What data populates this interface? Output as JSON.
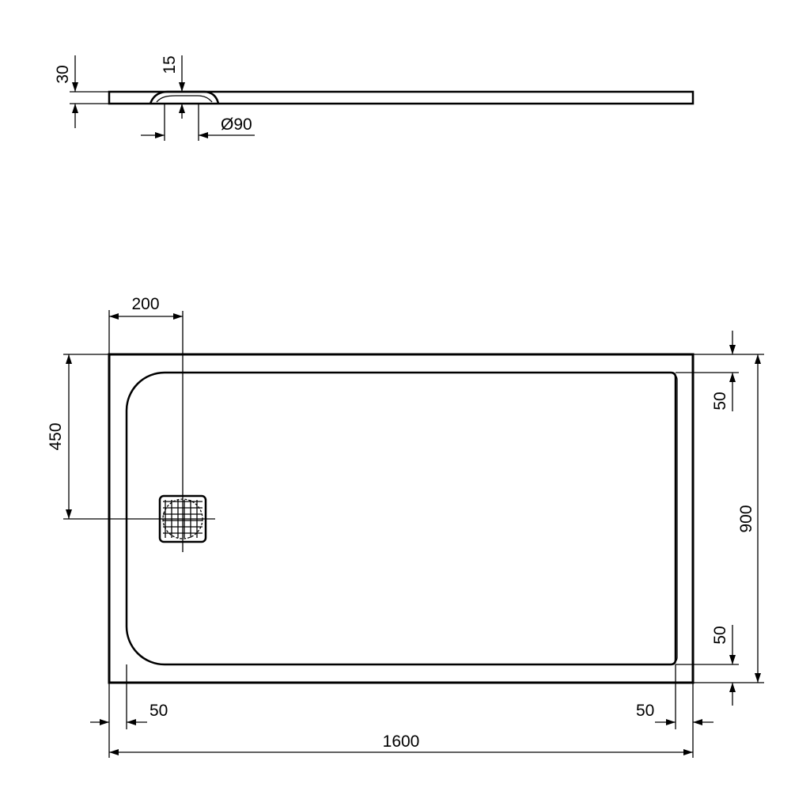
{
  "side_view": {
    "height_label": "30",
    "drain_depth_label": "15",
    "drain_diameter_label": "Ø90"
  },
  "top_view": {
    "drain_offset_x_label": "200",
    "drain_offset_y_label": "450",
    "overall_width_label": "1600",
    "overall_depth_label": "900",
    "rim_top_label": "50",
    "rim_bottom_label": "50",
    "rim_left_label": "50",
    "rim_right_label": "50"
  },
  "colors": {
    "line": "#000000",
    "background": "#ffffff"
  }
}
